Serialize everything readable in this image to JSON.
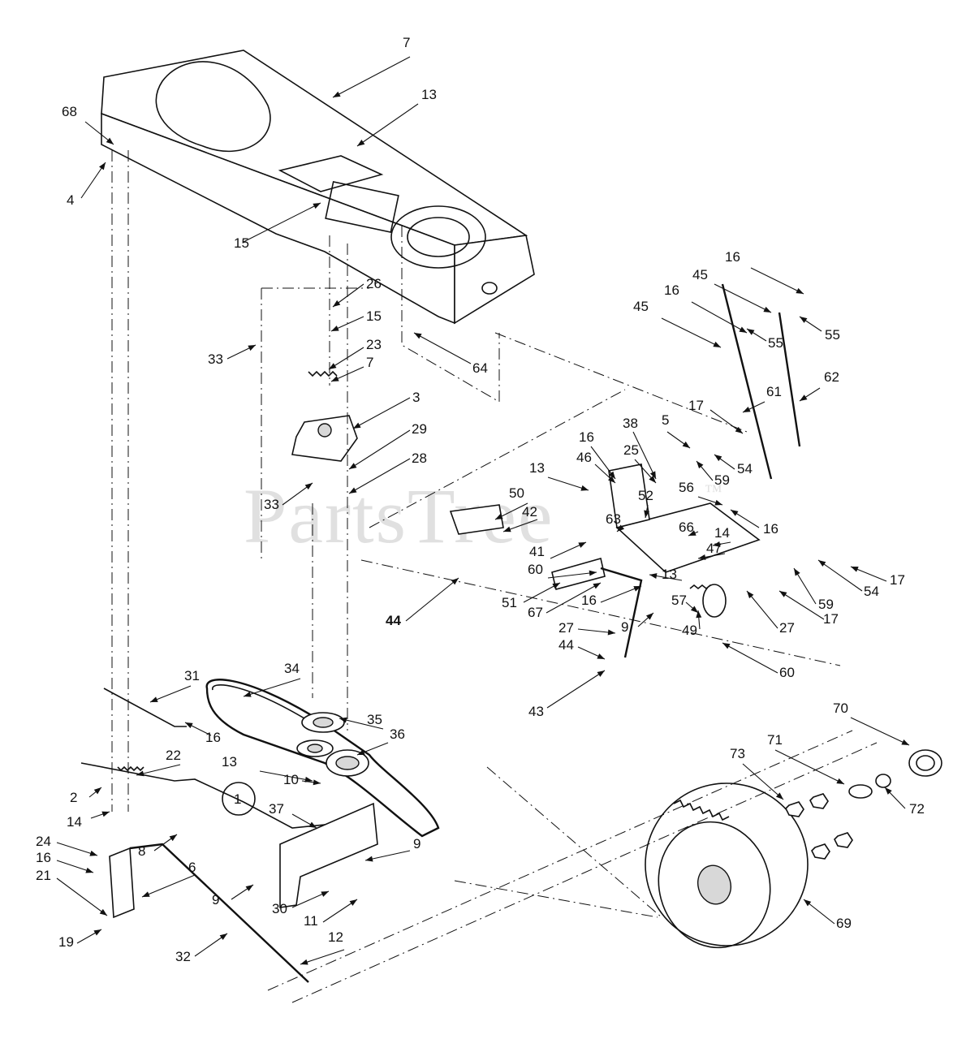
{
  "watermark": {
    "text": "PartsTree",
    "trademark": "™"
  },
  "assembly_label": "1",
  "parts": [
    {
      "id": "p7a",
      "text": "7"
    },
    {
      "id": "p13a",
      "text": "13"
    },
    {
      "id": "p68",
      "text": "68"
    },
    {
      "id": "p4",
      "text": "4"
    },
    {
      "id": "p15a",
      "text": "15"
    },
    {
      "id": "p26",
      "text": "26"
    },
    {
      "id": "p15b",
      "text": "15"
    },
    {
      "id": "p33a",
      "text": "33"
    },
    {
      "id": "p23",
      "text": "23"
    },
    {
      "id": "p7b",
      "text": "7"
    },
    {
      "id": "p64",
      "text": "64"
    },
    {
      "id": "p3",
      "text": "3"
    },
    {
      "id": "p29",
      "text": "29"
    },
    {
      "id": "p28",
      "text": "28"
    },
    {
      "id": "p33b",
      "text": "33"
    },
    {
      "id": "p16a",
      "text": "16"
    },
    {
      "id": "p45a",
      "text": "45"
    },
    {
      "id": "p16b",
      "text": "16"
    },
    {
      "id": "p55a",
      "text": "55"
    },
    {
      "id": "p45b",
      "text": "45"
    },
    {
      "id": "p55b",
      "text": "55"
    },
    {
      "id": "p62",
      "text": "62"
    },
    {
      "id": "p17a",
      "text": "17"
    },
    {
      "id": "p61",
      "text": "61"
    },
    {
      "id": "p38",
      "text": "38"
    },
    {
      "id": "p5",
      "text": "5"
    },
    {
      "id": "p16c",
      "text": "16"
    },
    {
      "id": "p46",
      "text": "46"
    },
    {
      "id": "p25",
      "text": "25"
    },
    {
      "id": "p54a",
      "text": "54"
    },
    {
      "id": "p59a",
      "text": "59"
    },
    {
      "id": "p13b",
      "text": "13"
    },
    {
      "id": "p56",
      "text": "56"
    },
    {
      "id": "p50",
      "text": "50"
    },
    {
      "id": "p52",
      "text": "52"
    },
    {
      "id": "p16d",
      "text": "16"
    },
    {
      "id": "p42",
      "text": "42"
    },
    {
      "id": "p63",
      "text": "63"
    },
    {
      "id": "p66",
      "text": "66"
    },
    {
      "id": "p14a",
      "text": "14"
    },
    {
      "id": "p41",
      "text": "41"
    },
    {
      "id": "p47",
      "text": "47"
    },
    {
      "id": "p60a",
      "text": "60"
    },
    {
      "id": "p13c",
      "text": "13"
    },
    {
      "id": "p17b",
      "text": "17"
    },
    {
      "id": "p54b",
      "text": "54"
    },
    {
      "id": "p51",
      "text": "51"
    },
    {
      "id": "p67",
      "text": "67"
    },
    {
      "id": "p16e",
      "text": "16"
    },
    {
      "id": "p57",
      "text": "57"
    },
    {
      "id": "p59b",
      "text": "59"
    },
    {
      "id": "p44a",
      "text": "44",
      "bold": true
    },
    {
      "id": "p17c",
      "text": "17"
    },
    {
      "id": "p27a",
      "text": "27"
    },
    {
      "id": "p9a",
      "text": "9"
    },
    {
      "id": "p27b",
      "text": "27"
    },
    {
      "id": "p49",
      "text": "49"
    },
    {
      "id": "p44b",
      "text": "44"
    },
    {
      "id": "p60b",
      "text": "60"
    },
    {
      "id": "p43",
      "text": "43"
    },
    {
      "id": "p31",
      "text": "31"
    },
    {
      "id": "p34",
      "text": "34"
    },
    {
      "id": "p35",
      "text": "35"
    },
    {
      "id": "p70",
      "text": "70"
    },
    {
      "id": "p16f",
      "text": "16"
    },
    {
      "id": "p36",
      "text": "36"
    },
    {
      "id": "p22",
      "text": "22"
    },
    {
      "id": "p13d",
      "text": "13"
    },
    {
      "id": "p71",
      "text": "71"
    },
    {
      "id": "p73",
      "text": "73"
    },
    {
      "id": "p10",
      "text": "10"
    },
    {
      "id": "p2",
      "text": "2"
    },
    {
      "id": "p72",
      "text": "72"
    },
    {
      "id": "p37",
      "text": "37"
    },
    {
      "id": "p14b",
      "text": "14"
    },
    {
      "id": "p8",
      "text": "8"
    },
    {
      "id": "p9b",
      "text": "9"
    },
    {
      "id": "p24",
      "text": "24"
    },
    {
      "id": "p6",
      "text": "6"
    },
    {
      "id": "p16g",
      "text": "16"
    },
    {
      "id": "p9c",
      "text": "9"
    },
    {
      "id": "p21",
      "text": "21"
    },
    {
      "id": "p30",
      "text": "30"
    },
    {
      "id": "p11",
      "text": "11"
    },
    {
      "id": "p69",
      "text": "69"
    },
    {
      "id": "p19",
      "text": "19"
    },
    {
      "id": "p12",
      "text": "12"
    },
    {
      "id": "p32",
      "text": "32"
    }
  ]
}
